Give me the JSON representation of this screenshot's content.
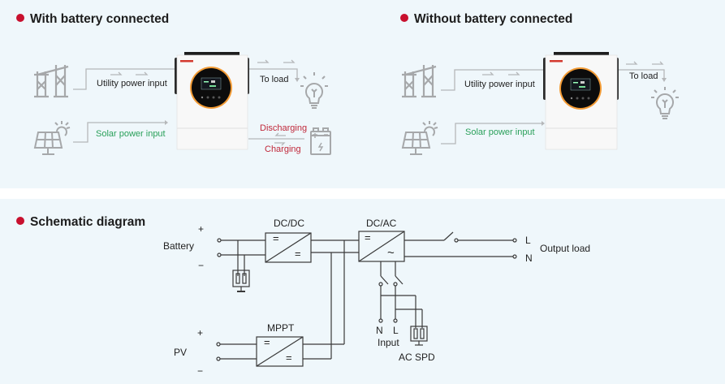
{
  "colors": {
    "accent_dot": "#c8102e",
    "solar_text": "#2aa05a",
    "battery_text": "#c0283a",
    "icon_gray": "#a6a8aa",
    "line_gray": "#b5b7b9",
    "schematic_line": "#3a3a3a",
    "panel_bg": "#eff7fb"
  },
  "top_left": {
    "heading": "With battery connected",
    "utility_label": "Utility power input",
    "solar_label": "Solar power input",
    "load_label": "To load",
    "discharging_label": "Discharging",
    "charging_label": "Charging",
    "icons": [
      "power-tower-icon",
      "solar-panel-icon",
      "inverter-device",
      "light-bulb-icon",
      "battery-icon"
    ]
  },
  "top_right": {
    "heading": "Without battery connected",
    "utility_label": "Utility power input",
    "solar_label": "Solar power input",
    "load_label": "To load",
    "icons": [
      "power-tower-icon",
      "solar-panel-icon",
      "inverter-device",
      "light-bulb-icon"
    ]
  },
  "schematic": {
    "heading": "Schematic diagram",
    "battery_label": "Battery",
    "battery_plus": "+",
    "battery_minus": "−",
    "pv_label": "PV",
    "pv_plus": "+",
    "pv_minus": "−",
    "dcdc_label": "DC/DC",
    "dcac_label": "DC/AC",
    "mppt_label": "MPPT",
    "dc_symbol": "=",
    "ac_symbol": "~",
    "output_L": "L",
    "output_N": "N",
    "output_label": "Output load",
    "input_N": "N",
    "input_L": "L",
    "input_label": "Input",
    "spd_label": "AC SPD"
  }
}
